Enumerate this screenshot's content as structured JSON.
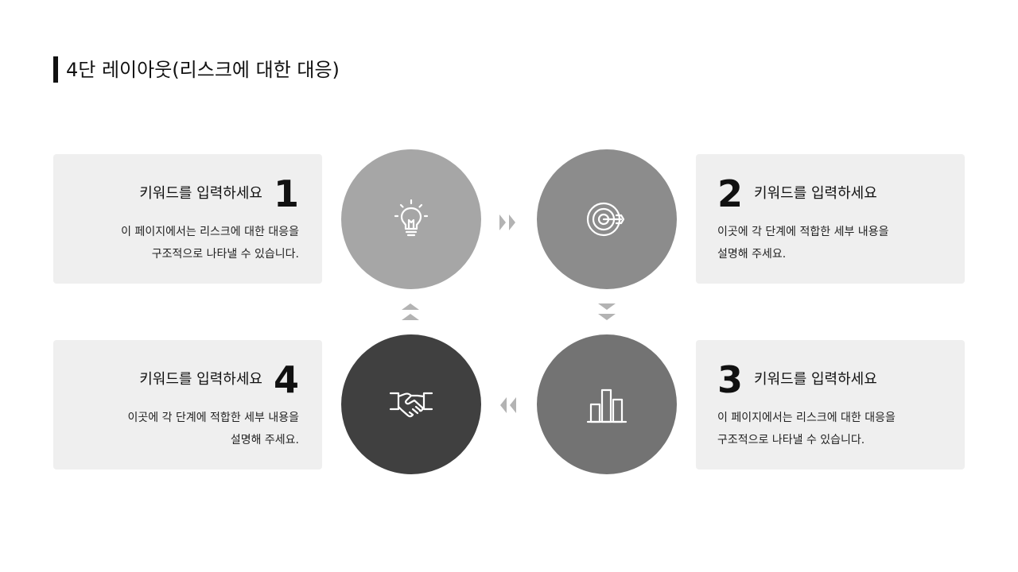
{
  "title": "4단 레이아웃(리스크에 대한 대응)",
  "steps": [
    {
      "number": "1",
      "keyword": "키워드를 입력하세요",
      "desc": [
        "이 페이지에서는 리스크에 대한 대응을",
        "구조적으로 나타낼 수 있습니다."
      ],
      "icon": "lightbulb-icon",
      "color": "#a6a6a6"
    },
    {
      "number": "2",
      "keyword": "키워드를 입력하세요",
      "desc": [
        "이곳에 각 단계에 적합한 세부 내용을",
        "설명해 주세요."
      ],
      "icon": "target-icon",
      "color": "#8c8c8c"
    },
    {
      "number": "3",
      "keyword": "키워드를 입력하세요",
      "desc": [
        "이 페이지에서는 리스크에 대한 대응을",
        "구조적으로 나타낼 수 있습니다."
      ],
      "icon": "bar-chart-icon",
      "color": "#737373"
    },
    {
      "number": "4",
      "keyword": "키워드를 입력하세요",
      "desc": [
        "이곳에 각 단계에 적합한 세부 내용을",
        "설명해 주세요."
      ],
      "icon": "handshake-icon",
      "color": "#404040"
    }
  ],
  "colors": {
    "card_bg": "#efefef",
    "arrow": "#b3b3b3",
    "text": "#111111"
  }
}
